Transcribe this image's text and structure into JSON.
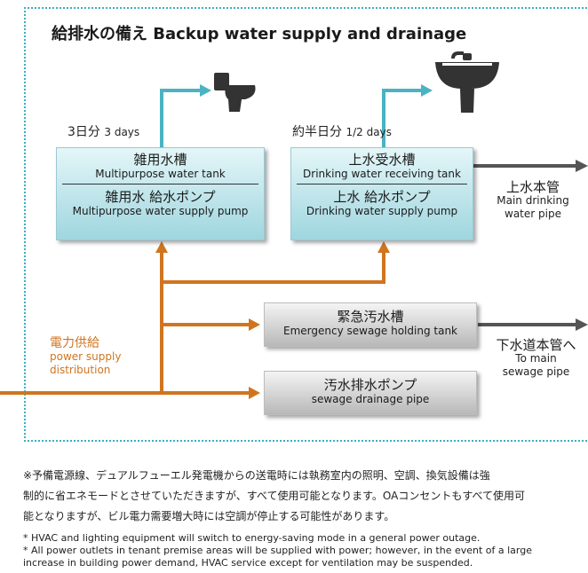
{
  "title": "給排水の備え  Backup water supply and drainage",
  "left_capacity": {
    "jp": "3日分",
    "en": "3 days"
  },
  "right_capacity": {
    "jp": "約半日分",
    "en": "1/2 days"
  },
  "multipurpose": {
    "tank_jp": "雑用水槽",
    "tank_en": "Multipurpose water tank",
    "pump_jp": "雑用水 給水ポンプ",
    "pump_en": "Multipurpose water supply pump"
  },
  "drinking": {
    "tank_jp": "上水受水槽",
    "tank_en": "Drinking water receiving tank",
    "pump_jp": "上水 給水ポンプ",
    "pump_en": "Drinking water supply pump"
  },
  "sewage_tank": {
    "jp": "緊急汚水槽",
    "en": "Emergency sewage holding tank"
  },
  "sewage_pump": {
    "jp": "汚水排水ポンプ",
    "en": "sewage drainage pipe"
  },
  "main_pipe": {
    "jp": "上水本管",
    "en1": "Main drinking",
    "en2": "water pipe"
  },
  "sewer_pipe": {
    "jp": "下水道本管へ",
    "en1": "To main",
    "en2": "sewage pipe"
  },
  "power": {
    "jp": "電力供給",
    "en1": "power supply",
    "en2": "distribution"
  },
  "icons": {
    "top_left": "toilet-icon",
    "top_right": "sink-icon"
  },
  "colors": {
    "water": "#4ab3c3",
    "power": "#d0751f",
    "sewage": "#555555"
  },
  "notes_jp": [
    "※予備電源線、デュアルフューエル発電機からの送電時には執務室内の照明、空調、換気設備は強",
    "制的に省エネモードとさせていただきますが、すべて使用可能となります。OAコンセントもすべて使用可",
    "能となりますが、ビル電力需要増大時には空調が停止する可能性があります。"
  ],
  "notes_en": [
    "* HVAC and lighting equipment will switch to energy-saving mode in a general power outage.",
    "* All power outlets in tenant premise areas will be supplied with power; however, in the event of a large",
    "increase in building power demand, HVAC service except for ventilation may be suspended."
  ]
}
